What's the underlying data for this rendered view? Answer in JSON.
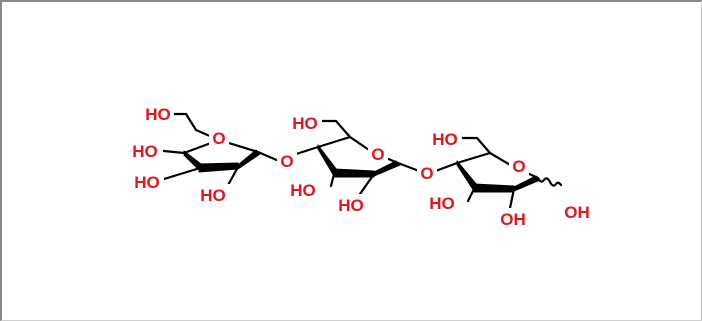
{
  "molecule": {
    "ring1": {
      "o_ring": "O",
      "ch2oh": "HO",
      "oh_left_top": "HO",
      "oh_left_mid": "HO",
      "oh_bottom": "HO"
    },
    "link1": "O",
    "ring2": {
      "o_ring": "O",
      "ch2oh": "HO",
      "oh_left": "HO",
      "oh_bottom": "HO"
    },
    "link2": "O",
    "ring3": {
      "o_ring": "O",
      "ch2oh": "HO",
      "oh_left": "HO",
      "oh_bottom": "OH",
      "oh_anomeric": "OH"
    }
  },
  "colors": {
    "heteroatom": "#e8141a",
    "bond": "#000000",
    "frame": "#8a8a8a"
  }
}
